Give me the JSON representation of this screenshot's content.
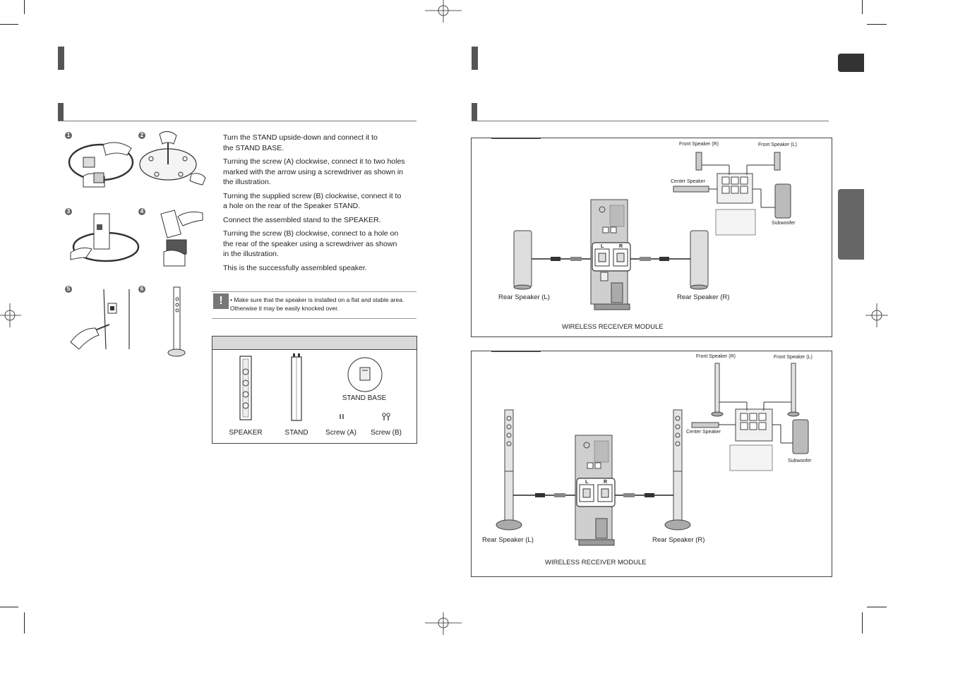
{
  "steps": [
    "1",
    "2",
    "3",
    "4",
    "5",
    "6"
  ],
  "instructions": [
    "Turn the STAND upside-down and connect it to the STAND BASE.",
    "Turning the screw (A) clockwise, connect it to two holes marked with the arrow using a screwdriver as shown in the illustration.",
    "Turning the supplied screw (B) clockwise, connect it to a hole on the rear of the Speaker STAND.",
    "Connect the assembled stand to the SPEAKER.",
    "Turning the screw (B) clockwise, connect to a hole on the rear of the speaker using a screwdriver as shown in the illustration.",
    "This is the successfully assembled speaker."
  ],
  "note": {
    "icon": "exclamation-icon",
    "text": "• Make sure that the speaker is installed on a flat and stable area.\n   Otherwise it may be easily knocked over."
  },
  "components": {
    "speaker": "SPEAKER",
    "stand": "STAND",
    "stand_base": "STAND BASE",
    "screw_a": "Screw (A)",
    "screw_b": "Screw (B)"
  },
  "diagram1": {
    "front_r": "Front Speaker (R)",
    "front_l": "Front Speaker (L)",
    "center": "Center Speaker",
    "subwoofer": "Subwoofer",
    "rear_l": "Rear Speaker (L)",
    "rear_r": "Rear Speaker (R)",
    "module": "WIRELESS RECEIVER MODULE",
    "jack_l": "L",
    "jack_r": "R"
  },
  "diagram2": {
    "front_r": "Front Speaker (R)",
    "front_l": "Front Speaker (L)",
    "center": "Center Speaker",
    "subwoofer": "Subwoofer",
    "rear_l": "Rear Speaker (L)",
    "rear_r": "Rear Speaker (R)",
    "module": "WIRELESS RECEIVER MODULE",
    "jack_l": "L",
    "jack_r": "R"
  }
}
